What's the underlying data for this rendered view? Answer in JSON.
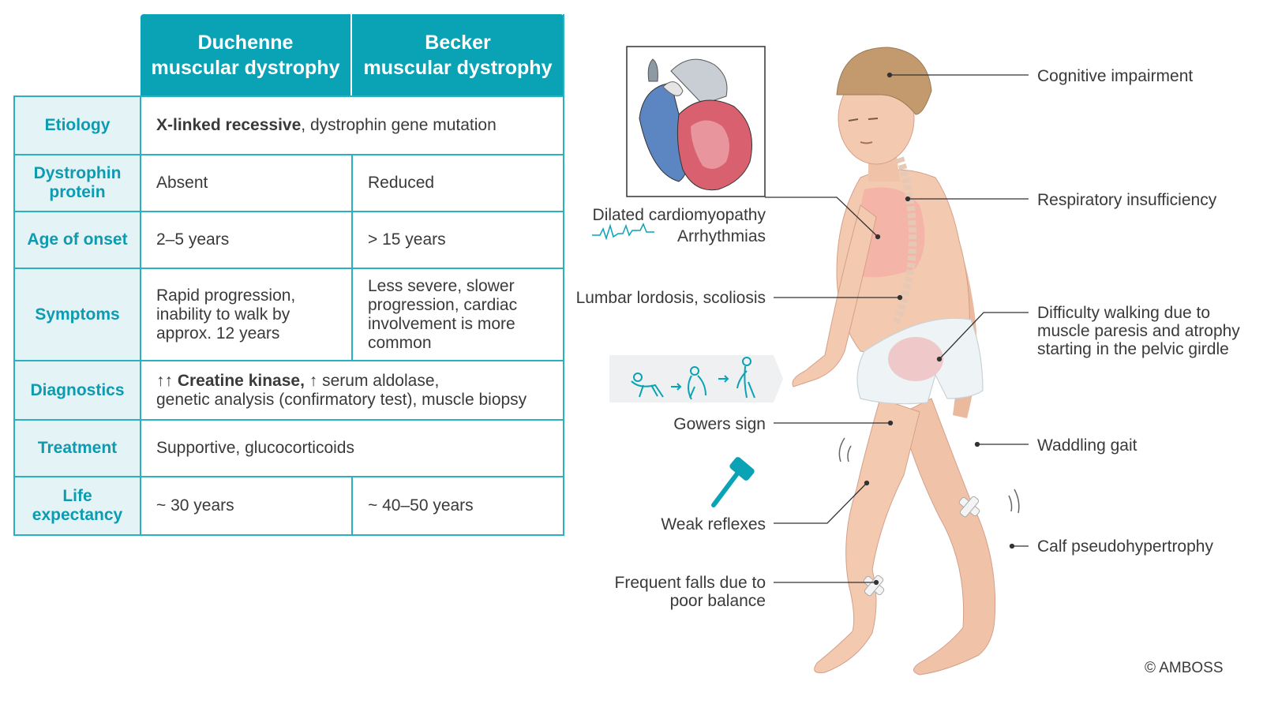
{
  "table": {
    "headers": {
      "duchenne": [
        "Duchenne",
        "muscular dystrophy"
      ],
      "becker": [
        "Becker",
        "muscular dystrophy"
      ]
    },
    "rows": {
      "etiology": {
        "label": "Etiology",
        "bold": "X-linked recessive",
        "rest": ", dystrophin gene mutation"
      },
      "dystrophin": {
        "label": [
          "Dystrophin",
          "protein"
        ],
        "duchenne": "Absent",
        "becker": "Reduced"
      },
      "onset": {
        "label": "Age of onset",
        "duchenne": "2–5 years",
        "becker": "> 15 years"
      },
      "symptoms": {
        "label": "Symptoms",
        "duchenne": [
          "Rapid progression,",
          "inability to walk by",
          "approx. 12 years"
        ],
        "becker": [
          "Less severe, slower",
          "progression, cardiac",
          "involvement is more",
          "common"
        ]
      },
      "diagnostics": {
        "label": "Diagnostics",
        "bold": "↑↑ Creatine kinase,",
        "rest1": " ↑ serum aldolase,",
        "line2": "genetic analysis (confirmatory test), muscle biopsy"
      },
      "treatment": {
        "label": "Treatment",
        "value": "Supportive, glucocorticoids"
      },
      "life": {
        "label": [
          "Life",
          "expectancy"
        ],
        "duchenne": "~ 30 years",
        "becker": "~ 40–50 years"
      }
    }
  },
  "figure": {
    "labels": {
      "cognitive": "Cognitive impairment",
      "respiratory": "Respiratory insufficiency",
      "cardiomyopathy": "Dilated cardiomyopathy",
      "arrhythmias": "Arrhythmias",
      "lordosis": "Lumbar lordosis, scoliosis",
      "walking": [
        "Difficulty walking due to",
        "muscle paresis and atrophy",
        "starting in the pelvic girdle"
      ],
      "gowers": "Gowers sign",
      "waddling": "Waddling gait",
      "reflexes": "Weak reflexes",
      "calf": "Calf pseudohypertrophy",
      "falls": [
        "Frequent falls due to",
        "poor balance"
      ]
    },
    "copyright": "© AMBOSS"
  },
  "colors": {
    "teal": "#0aa3b5",
    "teal_light": "#e3f3f6",
    "skin": "#f2c6ad",
    "hair": "#c29a6e"
  }
}
